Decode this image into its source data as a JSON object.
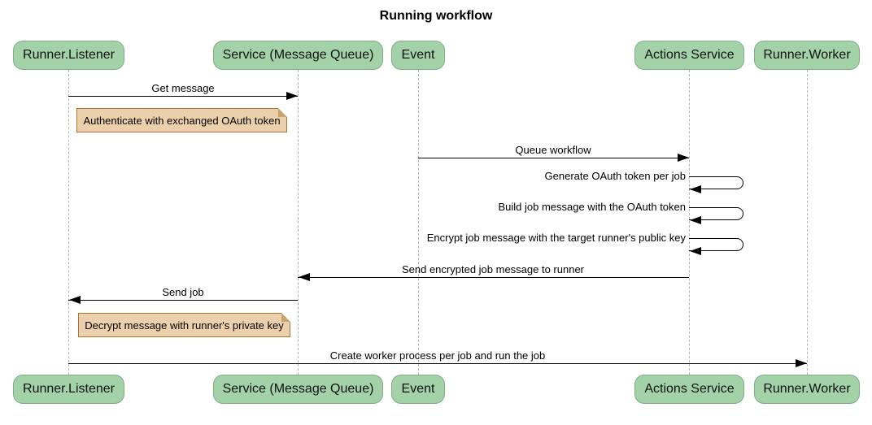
{
  "title": "Running workflow",
  "participants": [
    {
      "label": "Runner.Listener"
    },
    {
      "label": "Service (Message Queue)"
    },
    {
      "label": "Event"
    },
    {
      "label": "Actions Service"
    },
    {
      "label": "Runner.Worker"
    }
  ],
  "messages": {
    "get_message": "Get message",
    "queue_workflow": "Queue workflow",
    "generate_token": "Generate OAuth token per job",
    "build_job": "Build job message with the OAuth token",
    "encrypt_job": "Encrypt job message with the target runner's public key",
    "send_encrypted": "Send encrypted job message to runner",
    "send_job": "Send job",
    "create_worker": "Create worker process per job and run the job"
  },
  "notes": [
    {
      "text": "Authenticate with exchanged OAuth token"
    },
    {
      "text": "Decrypt message with runner's private key"
    }
  ],
  "colors": {
    "actor_fill": "#a3d1a8",
    "actor_border": "#81ac87",
    "note_fill": "#ecd0ac",
    "note_border": "#a87832",
    "lifeline": "#b3b3b3",
    "arrow": "#000000",
    "background": "#ffffff"
  }
}
